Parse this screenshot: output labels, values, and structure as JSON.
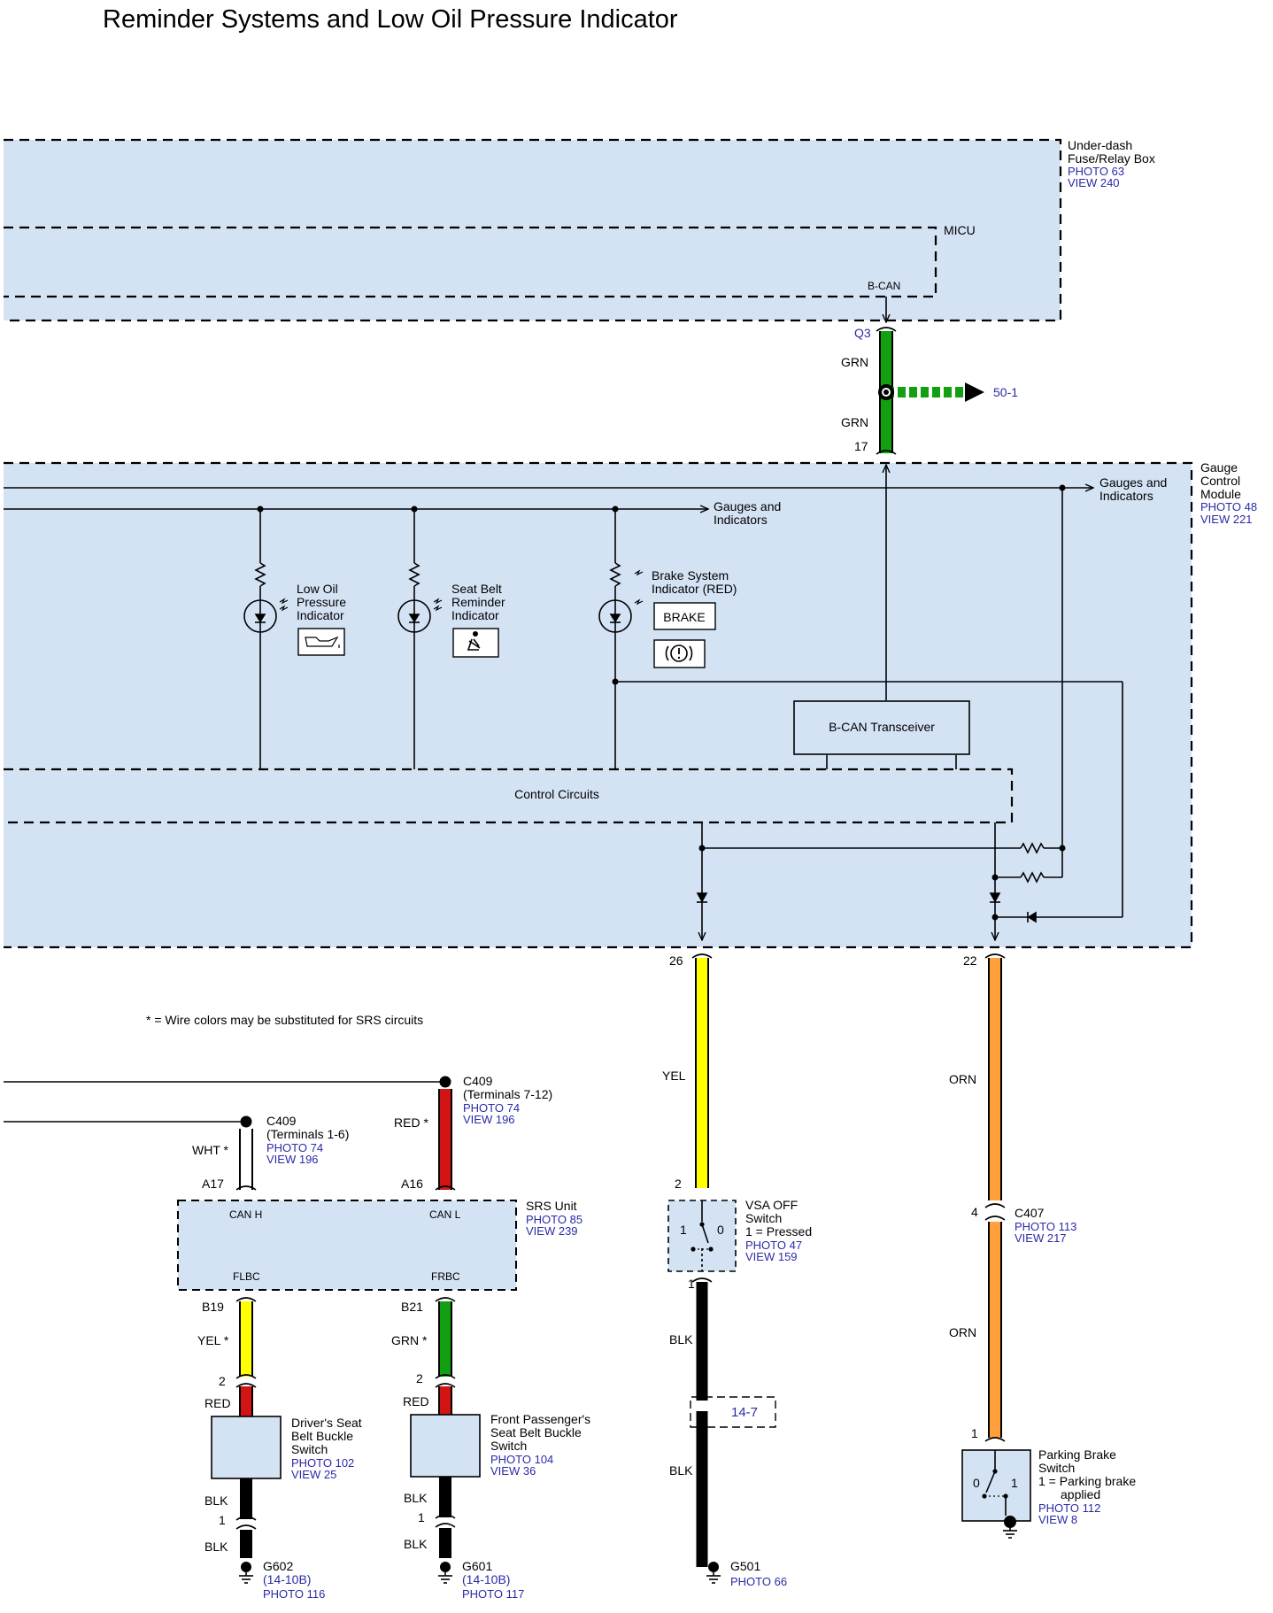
{
  "title": "Reminder Systems and Low Oil Pressure Indicator",
  "colors": {
    "module_fill": "#d4e3f4",
    "link_blue": "#2a2aa8",
    "wire_green": "#12a012",
    "wire_yellow": "#ffff00",
    "wire_red": "#d21414",
    "wire_orange": "#ffa03a",
    "wire_black": "#000000",
    "wire_white": "#ffffff"
  },
  "fuse_box": {
    "name_line1": "Under-dash",
    "name_line2": "Fuse/Relay Box",
    "photo": "PHOTO 63",
    "view": "VIEW 240"
  },
  "micu": {
    "name": "MICU",
    "pin": "B-CAN"
  },
  "bcan_wire": {
    "upper_terminal": "Q3",
    "upper_color": "GRN",
    "lower_color": "GRN",
    "lower_terminal": "17",
    "ref": "50-1"
  },
  "gauge_module": {
    "name_line1": "Gauge",
    "name_line2": "Control",
    "name_line3": "Module",
    "photo": "PHOTO 48",
    "view": "VIEW 221",
    "gauges_a_line1": "Gauges and",
    "gauges_a_line2": "Indicators",
    "gauges_b_line1": "Gauges and",
    "gauges_b_line2": "Indicators",
    "low_oil_line1": "Low Oil",
    "low_oil_line2": "Pressure",
    "low_oil_line3": "Indicator",
    "seat_belt_line1": "Seat Belt",
    "seat_belt_line2": "Reminder",
    "seat_belt_line3": "Indicator",
    "brake_line1": "Brake System",
    "brake_line2": "Indicator (RED)",
    "brake_text": "BRAKE",
    "transceiver": "B-CAN Transceiver",
    "control": "Control Circuits"
  },
  "note": "* = Wire colors may be substituted for SRS circuits",
  "c409_a": {
    "name": "C409",
    "terminals": "(Terminals 7-12)",
    "photo": "PHOTO 74",
    "view": "VIEW 196",
    "wire": "RED *",
    "pin": "A16"
  },
  "c409_b": {
    "name": "C409",
    "terminals": "(Terminals 1-6)",
    "photo": "PHOTO 74",
    "view": "VIEW 196",
    "wire": "WHT *",
    "pin": "A17"
  },
  "srs": {
    "name": "SRS Unit",
    "photo": "PHOTO 85",
    "view": "VIEW 239",
    "can_h": "CAN H",
    "can_l": "CAN L",
    "flbc": "FLBC",
    "frbc": "FRBC",
    "pin_b19": "B19",
    "pin_b21": "B21",
    "wire_yel": "YEL *",
    "wire_grn": "GRN *"
  },
  "driver_switch": {
    "name_line1": "Driver's Seat",
    "name_line2": "Belt Buckle",
    "name_line3": "Switch",
    "photo": "PHOTO 102",
    "view": "VIEW 25",
    "pin_top": "2",
    "wire_top": "RED",
    "wire_bottom": "BLK",
    "pin_bottom": "1",
    "wire_ground": "BLK"
  },
  "passenger_switch": {
    "name_line1": "Front Passenger's",
    "name_line2": "Seat Belt Buckle",
    "name_line3": "Switch",
    "photo": "PHOTO 104",
    "view": "VIEW 36",
    "pin_top": "2",
    "wire_top": "RED",
    "wire_bottom": "BLK",
    "pin_bottom": "1",
    "wire_ground": "BLK"
  },
  "g602": {
    "name": "G602",
    "ref": "(14-10B)",
    "photo": "PHOTO 116"
  },
  "g601": {
    "name": "G601",
    "ref": "(14-10B)",
    "photo": "PHOTO 117"
  },
  "vsa": {
    "terminal_26": "26",
    "wire_yel": "YEL",
    "pin_top": "2",
    "name_line1": "VSA OFF",
    "name_line2": "Switch",
    "legend": "1 = Pressed",
    "pos_1": "1",
    "pos_0": "0",
    "photo": "PHOTO 47",
    "view": "VIEW 159",
    "pin_bottom": "1",
    "wire_blk_1": "BLK",
    "ref": "14-7",
    "wire_blk_2": "BLK"
  },
  "g501": {
    "name": "G501",
    "photo": "PHOTO 66"
  },
  "parking": {
    "terminal_22": "22",
    "wire_orn_1": "ORN",
    "c407_pin": "4",
    "c407": "C407",
    "c407_photo": "PHOTO 113",
    "c407_view": "VIEW 217",
    "wire_orn_2": "ORN",
    "pin_top": "1",
    "name_line1": "Parking Brake",
    "name_line2": "Switch",
    "legend_line1": "1 = Parking brake",
    "legend_line2": "applied",
    "pos_0": "0",
    "pos_1": "1",
    "photo": "PHOTO 112",
    "view": "VIEW 8"
  }
}
